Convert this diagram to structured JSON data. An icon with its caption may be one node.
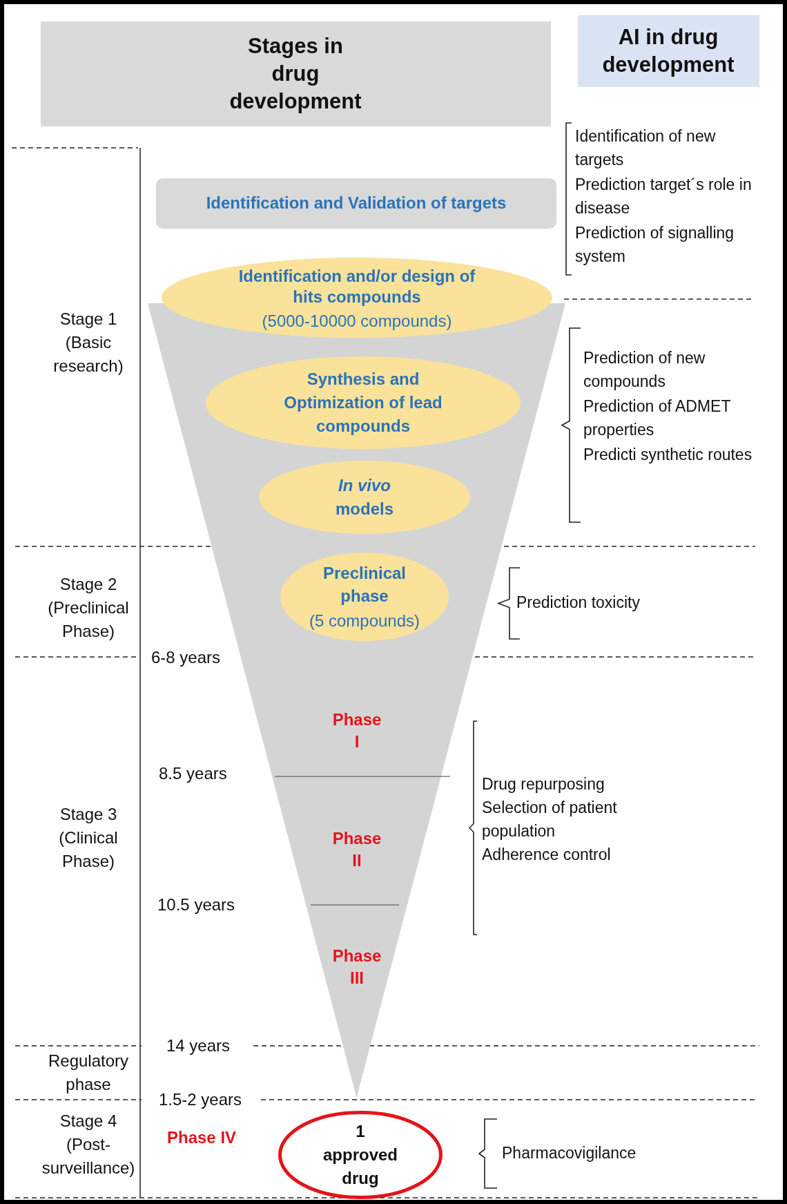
{
  "diagram": {
    "nodes": [
      {
        "text": [
          "Stages in drug development"
        ]
      },
      {
        "text": [
          "AI in drug development"
        ]
      },
      {
        "text": [
          "Identification and Validation of targets"
        ]
      },
      {
        "text": [
          "Identification and/or design of hits compounds",
          "(5000-10000 compounds)"
        ]
      },
      {
        "text": [
          "Phase I",
          "Phase II",
          "Phase III"
        ]
      },
      {
        "text": [
          "Synthesis and Optimization of lead compounds"
        ],
        "in": 4
      },
      {
        "text": [
          "*In vivo* models"
        ],
        "in": 4
      },
      {
        "text": [
          "Preclinical phase",
          "(5 compounds)"
        ],
        "in": 4
      },
      {
        "text": [
          "1 approved drug"
        ]
      }
    ],
    "labels": [
      "Identification of new targets",
      "Prediction target´s role in disease",
      "Prediction of signalling system",
      "Stage 1 (Basic research)",
      "Prediction of new compounds",
      "Prediction of ADMET properties",
      "Predicti synthetic routes",
      "Stage 2 (Preclinical Phase)",
      "Prediction toxicity",
      "6-8 years",
      "8.5 years",
      "Drug repurposing",
      "Selection of patient population",
      "Adherence control",
      "Stage 3 (Clinical Phase)",
      "10.5 years",
      "14 years",
      "Regulatory phase",
      "1.5-2 years",
      "Stage 4 (Post-surveillance)",
      "Phase IV",
      "Pharmacovigilance"
    ]
  }
}
